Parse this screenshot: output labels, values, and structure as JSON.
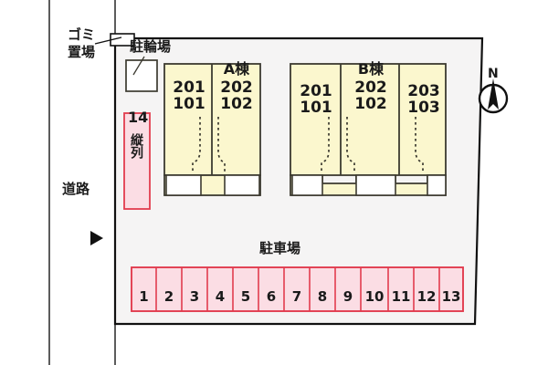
{
  "site": {
    "title": "敷地配置図",
    "colors": {
      "building_fill": "#fbf7ce",
      "building_stroke": "#3c3a30",
      "stall_fill": "#fbdde4",
      "stall_stroke": "#e23c4e",
      "site_fill": "#f5f4f4",
      "site_stroke": "#111111",
      "road_line": "#333333",
      "text": "#1a1a1a",
      "entrance_fill": "#ffffff"
    }
  },
  "road": {
    "label": "道路",
    "arrow_icon": "triangle-right-icon"
  },
  "compass": {
    "label": "N",
    "icon": "compass-north-icon"
  },
  "facilities": {
    "trash": {
      "label": "ゴミ\n置場",
      "line1": "ゴミ",
      "line2": "置場"
    },
    "bicycle": {
      "label": "駐輪場"
    }
  },
  "buildings": [
    {
      "name": "A棟",
      "units": [
        {
          "upper": "201",
          "lower": "101"
        },
        {
          "upper": "202",
          "lower": "102"
        }
      ]
    },
    {
      "name": "B棟",
      "units": [
        {
          "upper": "201",
          "lower": "101"
        },
        {
          "upper": "202",
          "lower": "102"
        },
        {
          "upper": "203",
          "lower": "103"
        }
      ]
    }
  ],
  "parking": {
    "label": "駐車場",
    "stalls": [
      "1",
      "2",
      "3",
      "4",
      "5",
      "6",
      "7",
      "8",
      "9",
      "10",
      "11",
      "12",
      "13"
    ],
    "parallel_stall": {
      "number": "14",
      "note": "縦列",
      "note_char1": "縦",
      "note_char2": "列"
    }
  }
}
